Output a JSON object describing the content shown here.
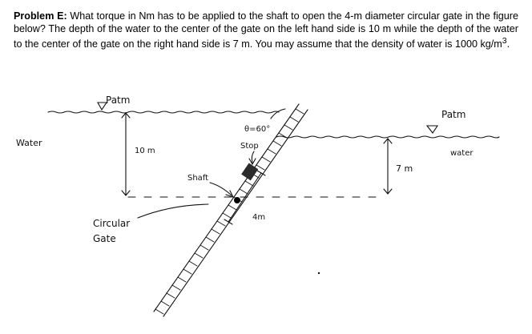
{
  "problem": {
    "label": "Problem E:",
    "text": "What torque in Nm has to be applied to the shaft to open the 4-m diameter circular gate in the figure below? The depth of the water to the center of the gate on the left hand side is 10 m while the depth of the water to the center of the gate on the right hand side is 7 m. You may assume that the density of water is 1000 kg/m",
    "sup": "3",
    "end": "."
  },
  "figure": {
    "patm_left": "Patm",
    "patm_right": "Patm",
    "water_left": "Water",
    "water_right": "water",
    "depth_left": "10 m",
    "depth_right": "7 m",
    "angle": "θ=60°",
    "stop": "Stop",
    "shaft": "Shaft",
    "gate_diameter": "4m",
    "circular": "Circular",
    "gate": "Gate"
  }
}
